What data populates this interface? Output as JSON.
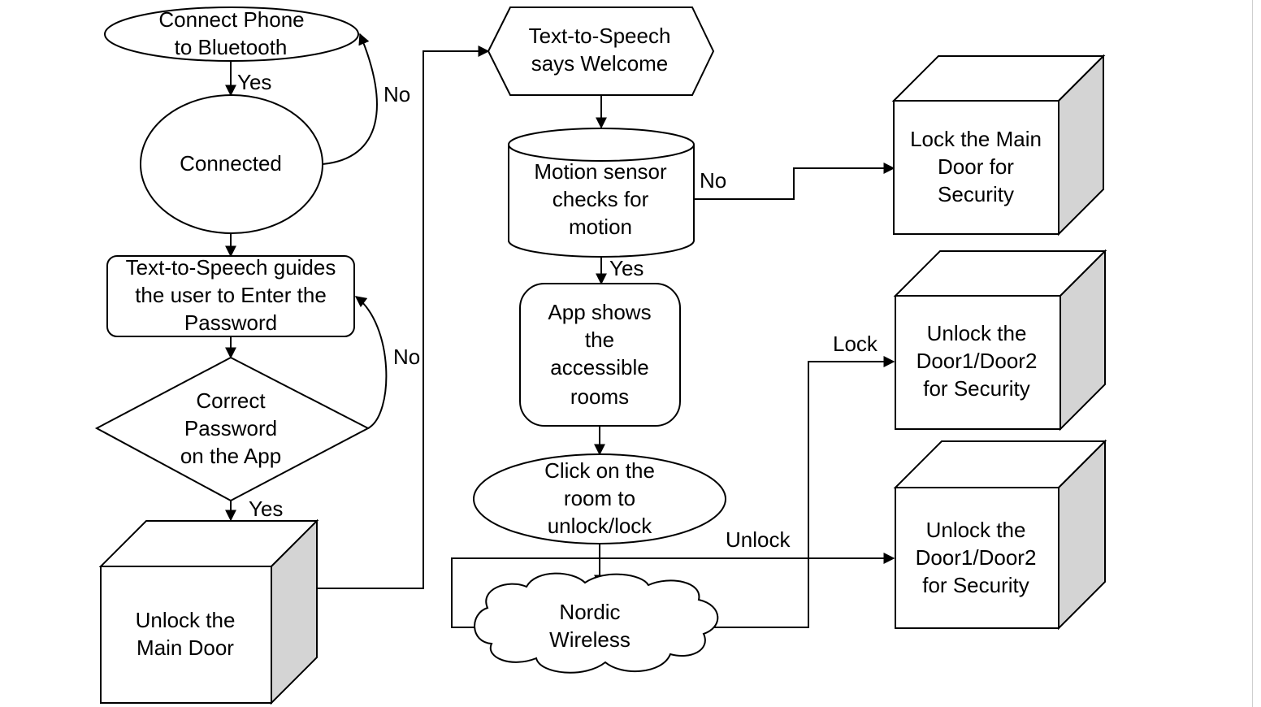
{
  "nodes": {
    "connect_phone": [
      "Connect Phone",
      "to Bluetooth"
    ],
    "connected": [
      "Connected"
    ],
    "tts_guides": [
      "Text-to-Speech guides",
      "the user to Enter the",
      "Password"
    ],
    "correct_password": [
      "Correct",
      "Password",
      "on the App"
    ],
    "unlock_main_door": [
      "Unlock the",
      "Main Door"
    ],
    "tts_welcome": [
      "Text-to-Speech",
      "says Welcome"
    ],
    "motion_sensor": [
      "Motion sensor",
      "checks for",
      "motion"
    ],
    "app_shows": [
      "App shows",
      "the",
      "accessible",
      "rooms"
    ],
    "click_room": [
      "Click on the",
      "room to",
      "unlock/lock"
    ],
    "nordic_wireless": [
      "Nordic",
      "Wireless"
    ],
    "lock_main_door": [
      "Lock the Main",
      "Door for",
      "Security"
    ],
    "unlock_door_lock_branch": [
      "Unlock the",
      "Door1/Door2",
      "for Security"
    ],
    "unlock_door_unlock_branch": [
      "Unlock the",
      "Door1/Door2",
      "for Security"
    ]
  },
  "edge_labels": {
    "connect_yes": "Yes",
    "connect_no": "No",
    "password_no": "No",
    "password_yes": "Yes",
    "motion_no": "No",
    "motion_yes": "Yes",
    "lock": "Lock",
    "unlock": "Unlock"
  },
  "colors": {
    "stroke": "#000000",
    "fill": "#ffffff",
    "cube_side": "#d4d4d4"
  }
}
